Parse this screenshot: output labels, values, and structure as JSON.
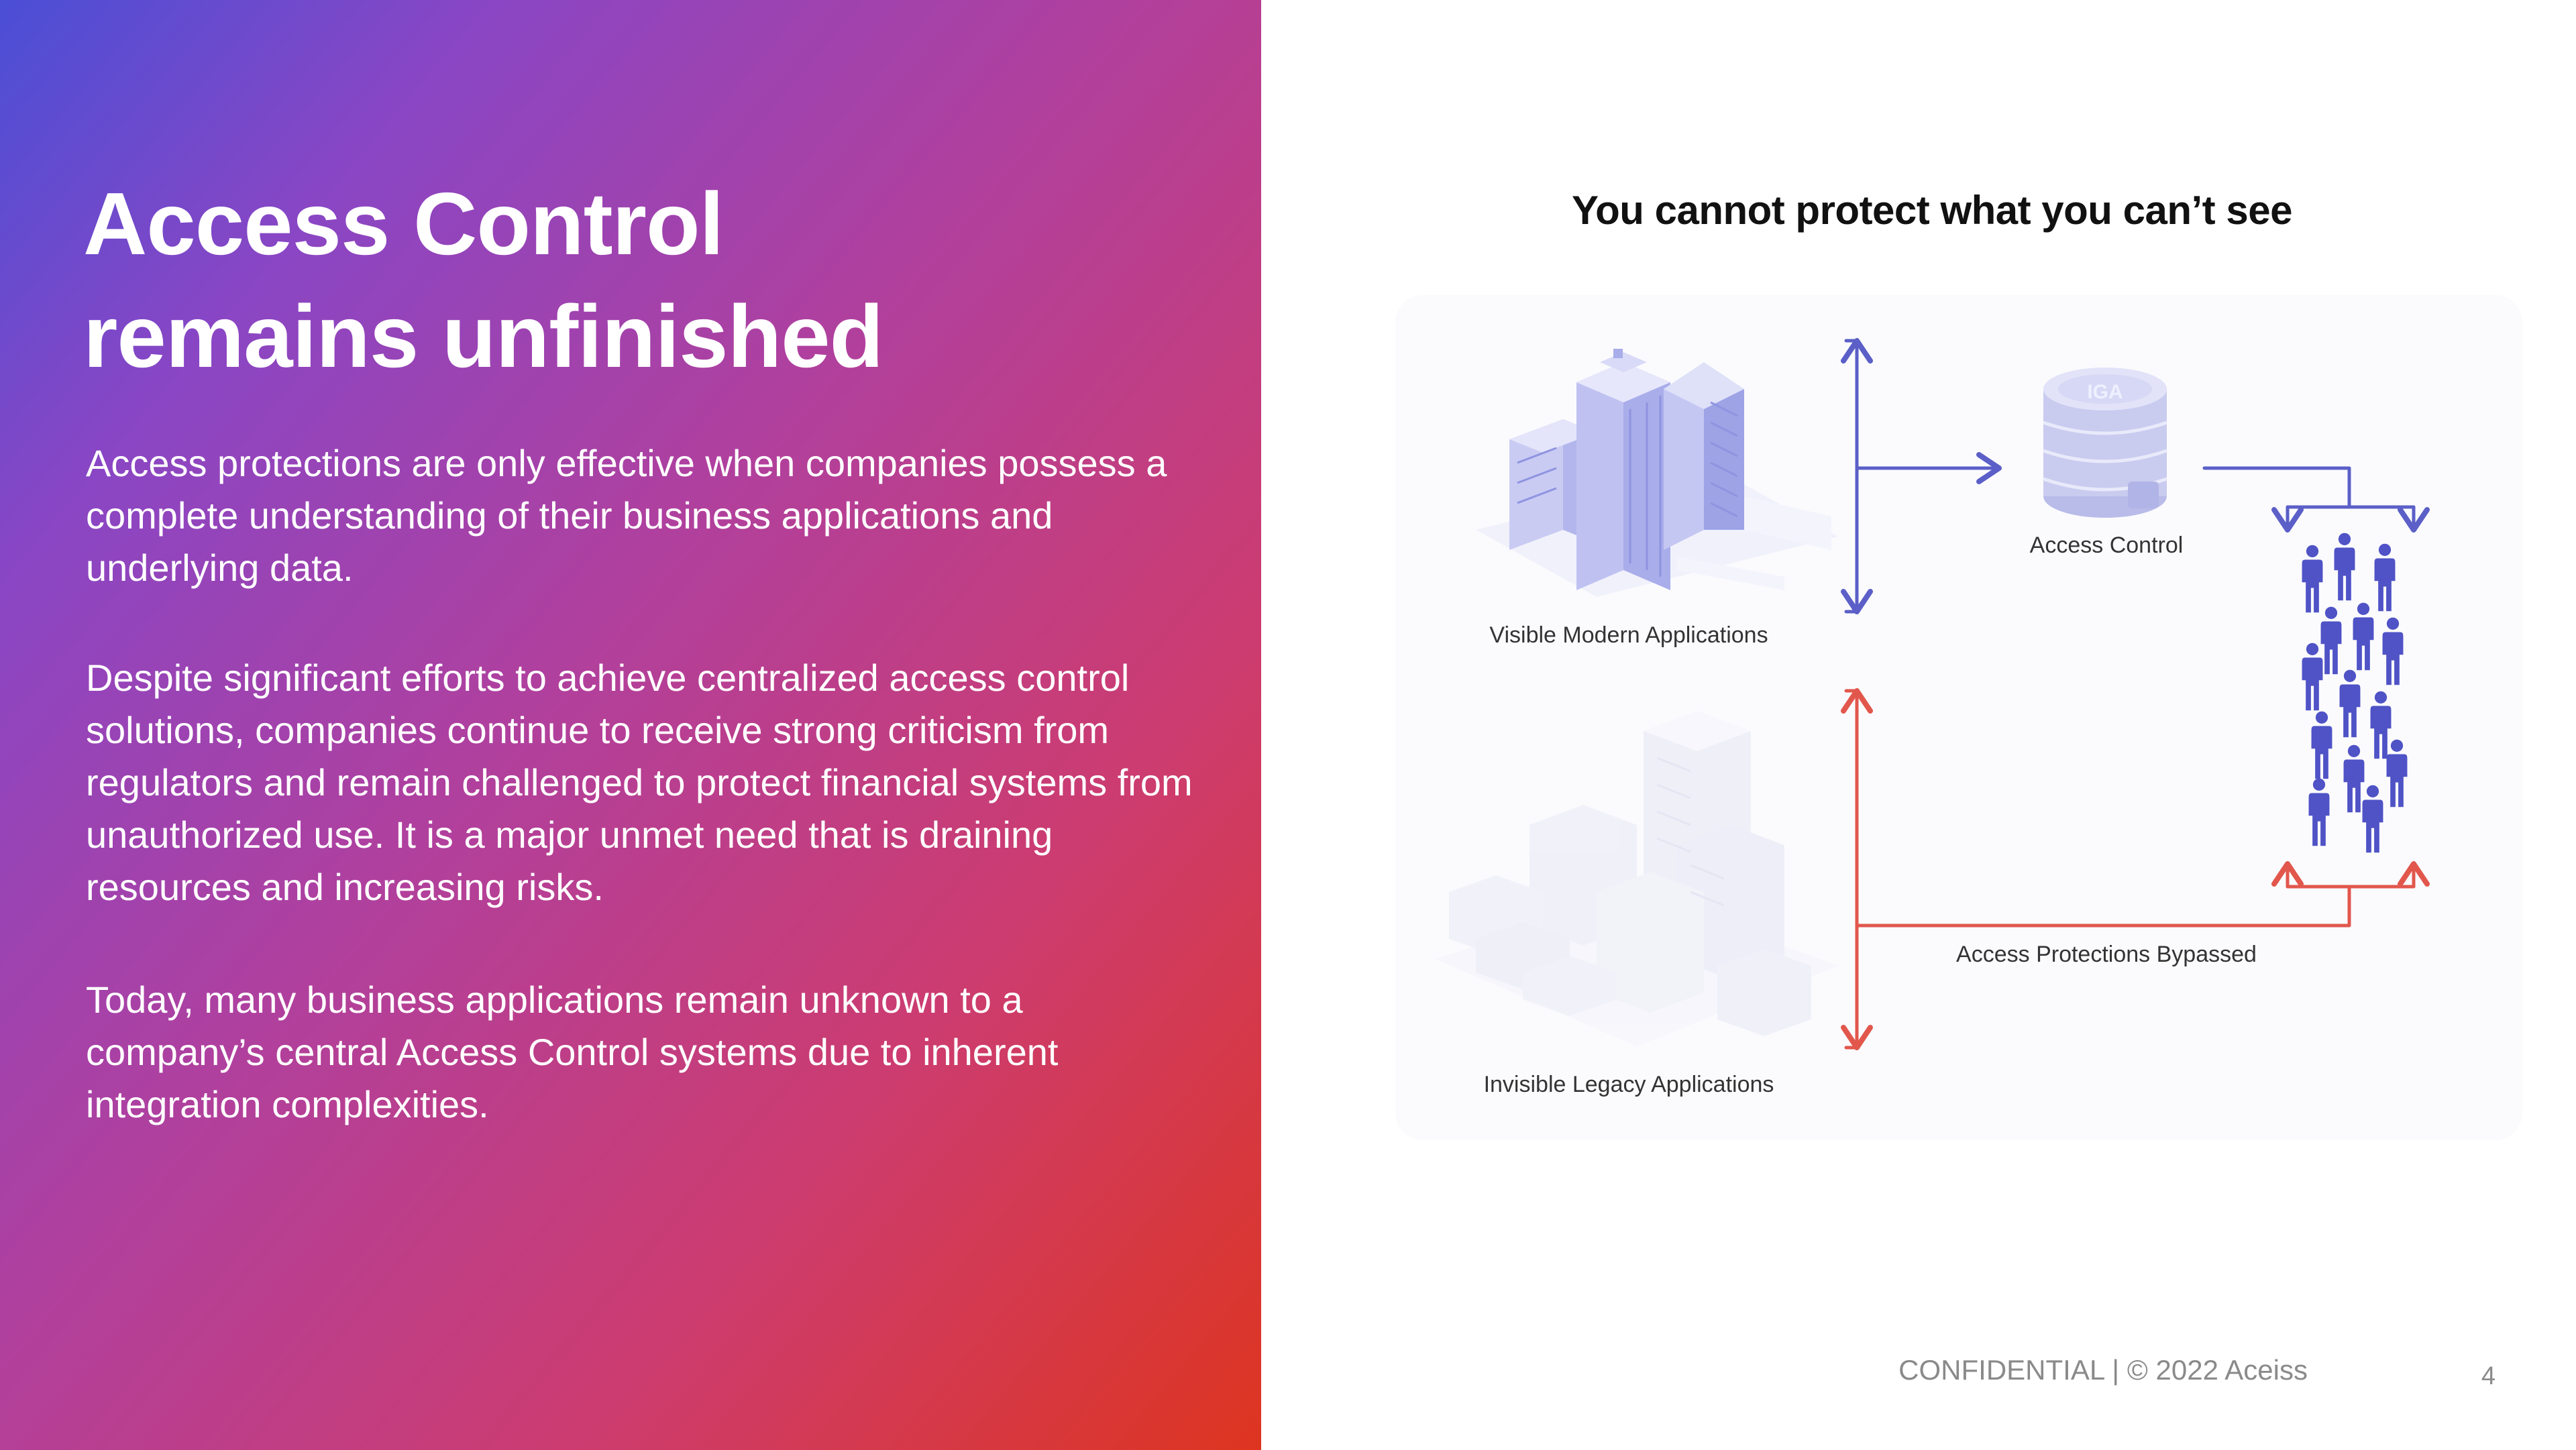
{
  "slide": {
    "title_line1": "Access Control",
    "title_line2": "remains unfinished",
    "paragraphs": [
      "Access protections are only effective when companies possess a complete understanding of their business applications and underlying data.",
      "Despite significant efforts to achieve centralized access control solutions, companies continue to receive strong criticism from regulators and remain challenged to protect financial systems from unauthorized use. It is a major unmet need that is draining resources and increasing risks.",
      "Today, many business applications remain unknown to a company’s central Access Control systems due to inherent integration complexities."
    ]
  },
  "diagram": {
    "title": "You cannot protect what you can’t see",
    "nodes": {
      "modern": "Visible Modern Applications",
      "access_control": "Access Control",
      "legacy": "Invisible Legacy Applications",
      "bypassed": "Access Protections Bypassed"
    },
    "db_badge": "IGA",
    "colors": {
      "visible_flow": "#5b5fc7",
      "bypass_flow": "#e2574c",
      "people": "#4f53c6",
      "buildings": "#c7c9f3",
      "legacy_buildings": "#eeeef8"
    }
  },
  "footer": {
    "text": "CONFIDENTIAL  |  © 2022 Aceiss",
    "page": "4"
  }
}
